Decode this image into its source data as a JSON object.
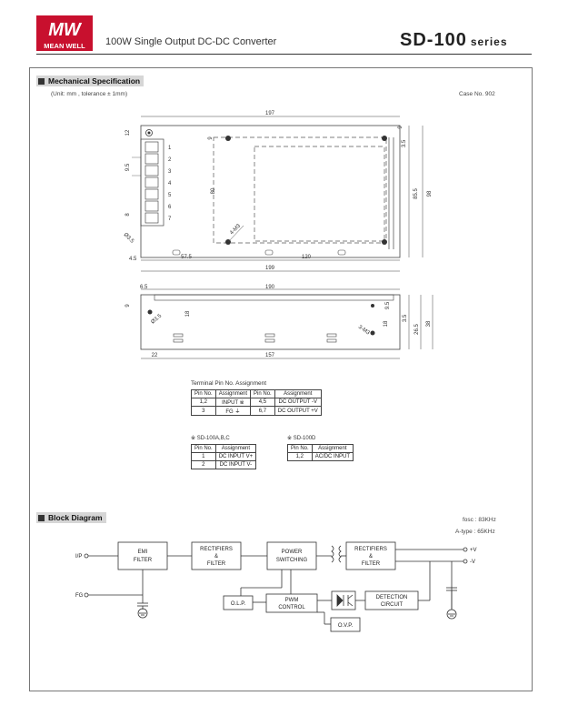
{
  "header": {
    "brand_top": "MW",
    "brand_bottom": "MEAN WELL",
    "doc_title": "100W Single Output DC-DC Converter",
    "model": "SD-100",
    "series": "series"
  },
  "mechanical": {
    "section_title": "Mechanical Specification",
    "unit_note": "(Unit: mm , tolerance ± 1mm)",
    "case_no": "Case No. 902",
    "top_view": {
      "dim_width_top": "197",
      "dim_width_bottom": "199",
      "dim_left_seg": "57.5",
      "dim_right_seg": "120",
      "dim_left_offset": "4.5",
      "dim_height_inner": "80",
      "dim_height_mid": "85.5",
      "dim_height_total": "98",
      "dim_top_offset": "12",
      "dim_top_right": "9",
      "dim_right_small": "3.5",
      "dim_pin_pitch": "9.5",
      "dim_side_small": "8",
      "dim_top_left_hole": "9",
      "label_hole": "4-M3",
      "label_small_hole": "Ø3.5",
      "pins": [
        "1",
        "2",
        "3",
        "4",
        "5",
        "6",
        "7"
      ]
    },
    "side_view": {
      "dim_total": "190",
      "dim_left_offset": "6.5",
      "dim_bottom_left": "22",
      "dim_bottom_span": "157",
      "dim_height_small": "9",
      "dim_height_18_left": "18",
      "dim_height_18_right": "18",
      "dim_right_small": "9.5",
      "dim_right_35": "3.5",
      "dim_right_265": "26.5",
      "dim_total_height": "38",
      "label_hole_left": "Ø3.5",
      "label_hole_right": "3-M3"
    }
  },
  "terminal_table": {
    "title": "Terminal Pin No.  Assignment",
    "headers": [
      "Pin No.",
      "Assignment",
      "Pin No.",
      "Assignment"
    ],
    "rows": [
      [
        "1,2",
        "INPUT ※",
        "4,5",
        "DC OUTPUT -V"
      ],
      [
        "3",
        "FG ⏚",
        "6,7",
        "DC OUTPUT +V"
      ]
    ]
  },
  "sub_table_a": {
    "title": "※ SD-100A,B,C",
    "headers": [
      "Pin No.",
      "Assignment"
    ],
    "rows": [
      [
        "1",
        "DC INPUT V+"
      ],
      [
        "2",
        "DC INPUT V-"
      ]
    ]
  },
  "sub_table_d": {
    "title": "※ SD-100D",
    "headers": [
      "Pin No.",
      "Assignment"
    ],
    "rows": [
      [
        "1,2",
        "AC/DC INPUT"
      ]
    ]
  },
  "block": {
    "section_title": "Block Diagram",
    "fosc": "fosc : 83KHz",
    "atype": "A-type : 65KHz",
    "ip_label": "I/P",
    "fg_label": "FG",
    "emi": [
      "EMI",
      "FILTER"
    ],
    "rect1": [
      "RECTIFIERS",
      "&",
      "FILTER"
    ],
    "power": [
      "POWER",
      "SWITCHING"
    ],
    "rect2": [
      "RECTIFIERS",
      "&",
      "FILTER"
    ],
    "olp": "O.L.P.",
    "pwm": [
      "PWM",
      "CONTROL"
    ],
    "ovp": "O.V.P.",
    "detection": [
      "DETECTION",
      "CIRCUIT"
    ],
    "plus_v": "+V",
    "minus_v": "-V"
  }
}
